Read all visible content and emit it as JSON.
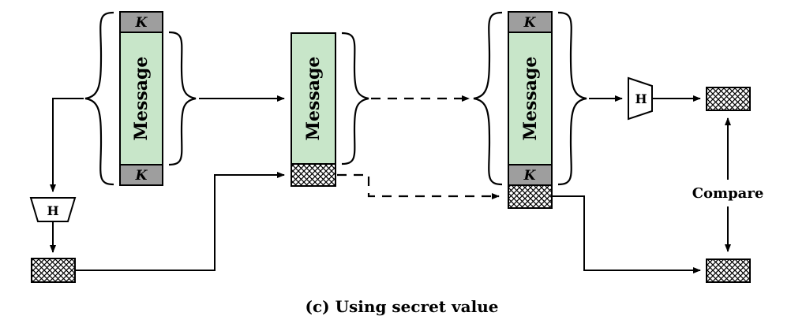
{
  "diagram": {
    "key_label": "K",
    "message_label": "Message",
    "hash_label": "H",
    "compare_label": "Compare",
    "caption": "(c) Using secret value"
  },
  "colors": {
    "message_fill": "#c8e6c9",
    "key_fill": "#9e9e9e",
    "stroke": "#000000",
    "hash_pattern": "#000000"
  }
}
